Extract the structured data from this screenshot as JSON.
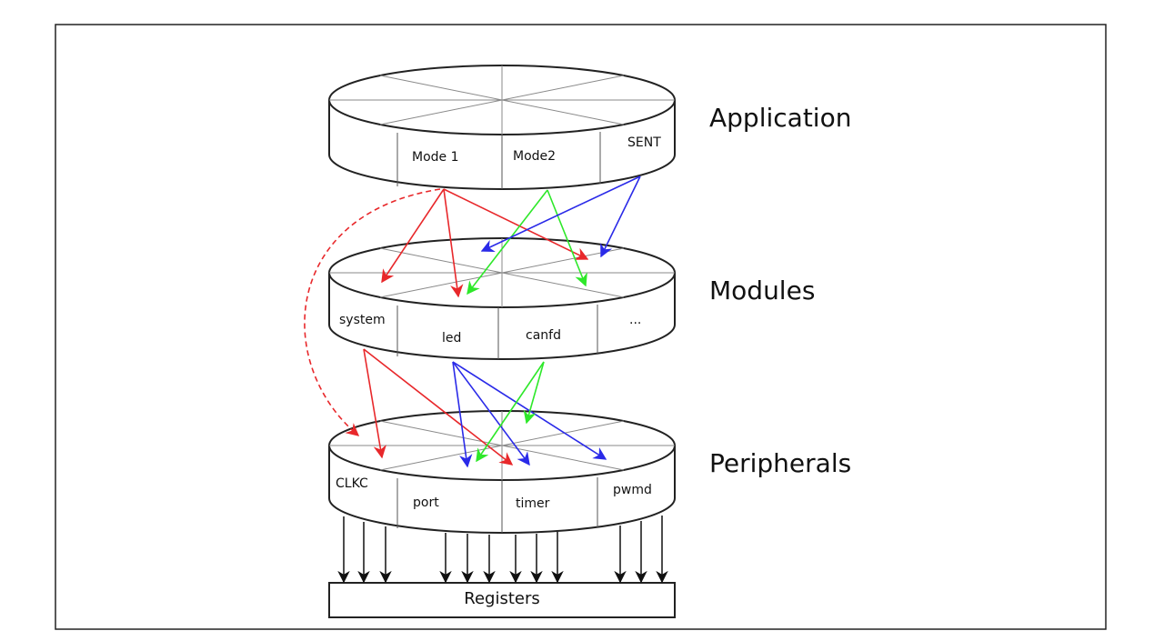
{
  "layers": [
    {
      "name": "Application",
      "segments": [
        "Mode 1",
        "Mode2",
        "SENT"
      ]
    },
    {
      "name": "Modules",
      "segments": [
        "system",
        "led",
        "canfd",
        "..."
      ]
    },
    {
      "name": "Peripherals",
      "segments": [
        "CLKC",
        "port",
        "timer",
        "pwmd"
      ]
    }
  ],
  "registers_label": "Registers",
  "colors": {
    "red": "#e8282b",
    "green": "#2ee82a",
    "blue": "#2a2ae8",
    "black": "#111111"
  }
}
